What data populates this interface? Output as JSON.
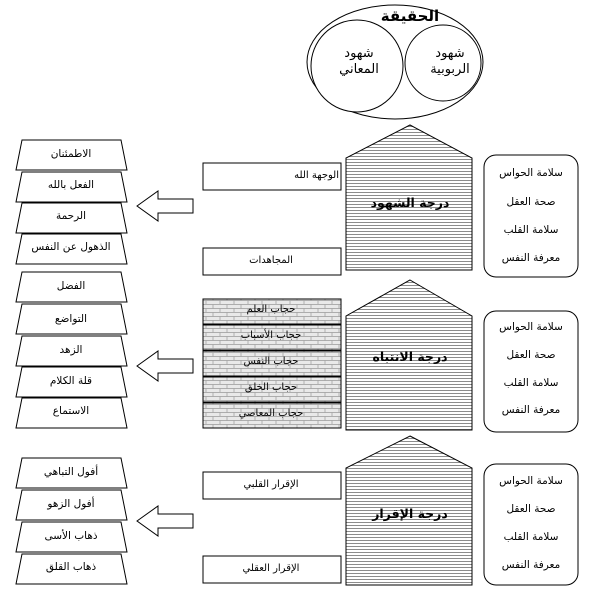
{
  "top_oval": {
    "title": "الحقيقة",
    "left_circle": "شهود المعاني",
    "right_circle": "شهود الربوبية"
  },
  "levels": [
    {
      "house_label": "درجة الشهود",
      "middle_boxes": [
        "الوجهة الله",
        "المجاهدات"
      ],
      "right_list": [
        "سلامة الحواس",
        "صحة العقل",
        "سلامة القلب",
        "معرفة النفس"
      ],
      "left_list": [
        "الاطمئنان",
        "الفعل بالله",
        "الرحمة",
        "الذهول عن النفس"
      ]
    },
    {
      "house_label": "درجة الانتباه",
      "veils": [
        "حجاب العلم",
        "حجاب الأسباب",
        "حجاب النفس",
        "حجاب الخلق",
        "حجاب المعاصي"
      ],
      "right_list": [
        "سلامة الحواس",
        "صحة العقل",
        "سلامة القلب",
        "معرفة النفس"
      ],
      "left_list": [
        "الفضل",
        "التواضع",
        "الزهد",
        "قلة الكلام",
        "الاستماع"
      ]
    },
    {
      "house_label": "درجة الإقرار",
      "middle_boxes": [
        "الإقرار القلبي",
        "الإقرار العقلي"
      ],
      "right_list": [
        "سلامة الحواس",
        "صحة العقل",
        "سلامة القلب",
        "معرفة النفس"
      ],
      "left_list": [
        "أفول التباهي",
        "أفول الزهو",
        "ذهاب الأسى",
        "ذهاب القلق"
      ]
    }
  ]
}
